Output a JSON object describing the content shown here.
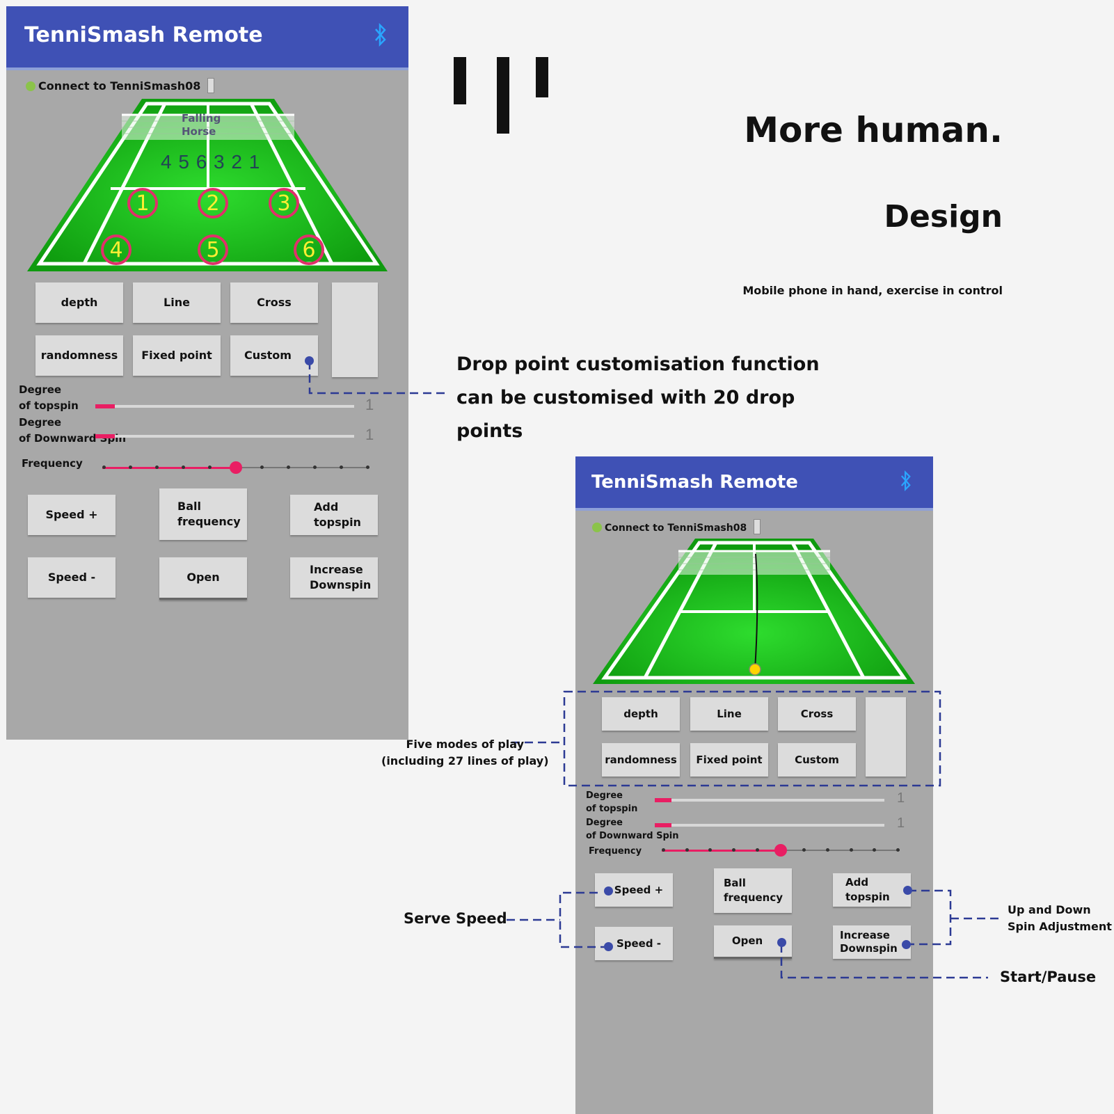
{
  "app": {
    "title": "TenniSmash Remote",
    "connection": "Connect to TenniSmash08",
    "bluetooth_icon": "bluetooth-icon"
  },
  "court_top": {
    "falling_horse": "Falling\nHorse",
    "sequence": "4 5 6 3 2 1",
    "points": [
      "1",
      "2",
      "3",
      "4",
      "5",
      "6"
    ]
  },
  "modes": {
    "depth": "depth",
    "line": "Line",
    "cross": "Cross",
    "randomness": "randomness",
    "fixed_point": "Fixed point",
    "custom": "Custom"
  },
  "sliders": {
    "topspin_label": "Degree\nof topspin",
    "downspin_label": "Degree\nof Downward Spin",
    "frequency_label": "Frequency",
    "topspin_value": "1",
    "downspin_value": "1",
    "frequency_level": 0.5
  },
  "controls": {
    "speed_plus": "Speed +",
    "speed_minus": "Speed -",
    "ball_frequency": "Ball\nfrequency",
    "open": "Open",
    "add_topspin": "Add\ntopspin",
    "increase_downspin": "Increase\nDownspin"
  },
  "marketing": {
    "headline1": "More human.",
    "headline2": "Design",
    "tagline": "Mobile phone in hand, exercise in control"
  },
  "callouts": {
    "drop_point": "Drop point customisation function\ncan be customised with 20 drop\npoints",
    "five_modes": "Five modes of play\n(including 27 lines of play)",
    "serve_speed": "Serve Speed",
    "spin_adjust": "Up and Down\nSpin Adjustment",
    "start_pause": "Start/Pause"
  },
  "colors": {
    "appbar": "#3f51b5",
    "court": "#1fb51f",
    "accent_pink": "#e91e63",
    "callout_blue": "#2c3a94"
  }
}
